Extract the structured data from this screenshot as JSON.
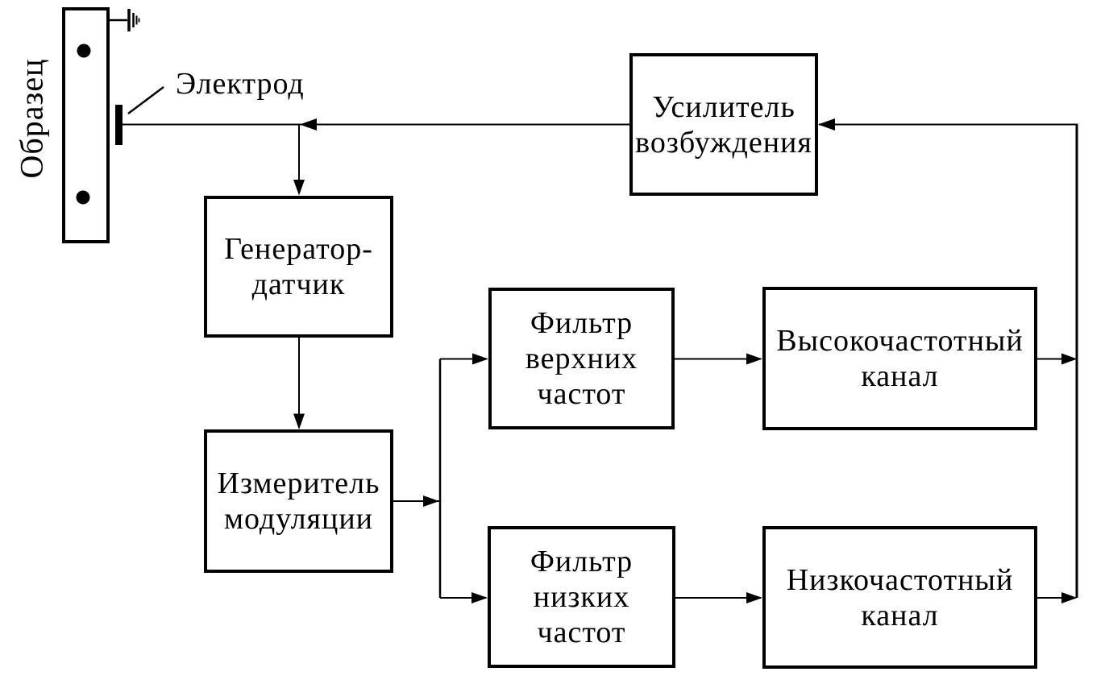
{
  "figure": {
    "type": "block-diagram",
    "ink_color": "#000000",
    "background_color": "#ffffff"
  },
  "labels": {
    "sample": "Образец",
    "electrode": "Электрод"
  },
  "sample": {
    "label": "Образец",
    "holes": 2,
    "grounded": true,
    "ground_icon": "earth-ground-symbol"
  },
  "boxes": {
    "excitation_amplifier": {
      "lines": [
        "Усилитель",
        "возбуждения"
      ]
    },
    "generator_sensor": {
      "lines": [
        "Генератор-",
        "датчик"
      ]
    },
    "modulation_meter": {
      "lines": [
        "Измеритель",
        "модуляции"
      ]
    },
    "high_pass_filter": {
      "lines": [
        "Фильтр",
        "верхних",
        "частот"
      ]
    },
    "high_frequency_channel": {
      "lines": [
        "Высокочастотный",
        "канал"
      ]
    },
    "low_pass_filter": {
      "lines": [
        "Фильтр",
        "низких",
        "частот"
      ]
    },
    "low_frequency_channel": {
      "lines": [
        "Низкочастотный",
        "канал"
      ]
    }
  },
  "connections": [
    {
      "from": "excitation_amplifier",
      "to": "electrode",
      "arrow": "left"
    },
    {
      "from": "electrode_line_junction",
      "to": "generator_sensor",
      "arrow": "down"
    },
    {
      "from": "generator_sensor",
      "to": "modulation_meter",
      "arrow": "down"
    },
    {
      "from": "modulation_meter",
      "to": "branch_point",
      "arrow": "right"
    },
    {
      "from": "branch_point",
      "to": "high_pass_filter",
      "arrow": "right"
    },
    {
      "from": "branch_point",
      "to": "low_pass_filter",
      "arrow": "right"
    },
    {
      "from": "high_pass_filter",
      "to": "high_frequency_channel",
      "arrow": "right"
    },
    {
      "from": "low_pass_filter",
      "to": "low_frequency_channel",
      "arrow": "right"
    },
    {
      "from": "high_frequency_channel",
      "to": "feedback_line",
      "arrow": "right"
    },
    {
      "from": "low_frequency_channel",
      "to": "feedback_line",
      "arrow": "right"
    },
    {
      "from": "feedback_line",
      "to": "excitation_amplifier",
      "arrow": "left"
    }
  ]
}
